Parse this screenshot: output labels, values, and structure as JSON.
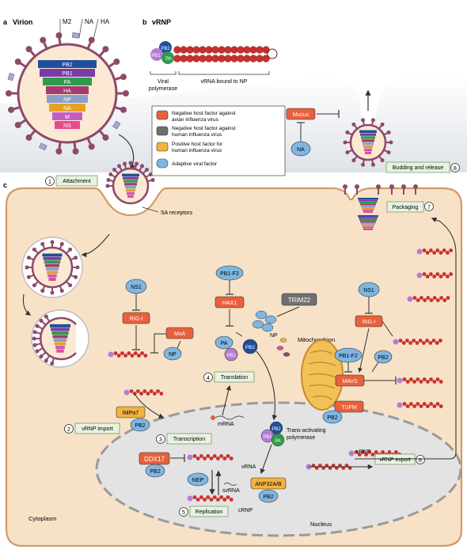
{
  "panel_labels": {
    "a": "a",
    "b": "b",
    "c": "c"
  },
  "panel_titles": {
    "virion": "Virion",
    "vrnp": "vRNP"
  },
  "virion": {
    "surface_proteins": [
      "M2",
      "NA",
      "HA"
    ],
    "segments": [
      {
        "label": "PB2",
        "color": "#1f4e9c"
      },
      {
        "label": "PB1",
        "color": "#7a3aa8"
      },
      {
        "label": "PA",
        "color": "#2e9b4a"
      },
      {
        "label": "HA",
        "color": "#a23b72"
      },
      {
        "label": "NP",
        "color": "#8aa0c8"
      },
      {
        "label": "NA",
        "color": "#e6a023"
      },
      {
        "label": "M",
        "color": "#c65cc0"
      },
      {
        "label": "NS",
        "color": "#e64b8c"
      }
    ]
  },
  "vrnp_panel": {
    "pol_subunits": [
      "PB2",
      "PB1",
      "PA"
    ],
    "caption_polymerase": [
      "Viral",
      "polymerase"
    ],
    "caption_rna": "vRNA bound to NP"
  },
  "legend": [
    {
      "color": "#e8603c",
      "lines": [
        "Negative host factor against",
        "avian influenza virus"
      ]
    },
    {
      "color": "#6f6f6f",
      "lines": [
        "Negative host factor against",
        "human influenza virus"
      ]
    },
    {
      "color": "#f2b33d",
      "lines": [
        "Positive host factor for",
        "human influenza virus"
      ]
    },
    {
      "color": "#7fb6e2",
      "lines": [
        "Adaptive viral factor"
      ]
    }
  ],
  "steps": {
    "s1": {
      "num": "1",
      "label": "Attachment"
    },
    "s2": {
      "num": "2",
      "label": "vRNP import"
    },
    "s3": {
      "num": "3",
      "label": "Transcription"
    },
    "s4": {
      "num": "4",
      "label": "Translation"
    },
    "s5": {
      "num": "5",
      "label": "Replication"
    },
    "s6": {
      "num": "6",
      "label": "vRNP export"
    },
    "s7": {
      "num": "7",
      "label": "Packaging"
    },
    "s8": {
      "num": "8",
      "label": "Budding and release"
    }
  },
  "factors": {
    "mucus": "Mucus",
    "na": "NA",
    "ns1_left": "NS1",
    "rigi_left": "RIG-I",
    "mxa": "MxA",
    "np_mxa": "NP",
    "pb1f2_top": "PB1-F2",
    "hax1": "HAX1",
    "trim22": "TRIM22",
    "np_trim": "NP",
    "pa": "PA",
    "pb1": "PB1",
    "pb2_cyto": "PB2",
    "ns1_right": "NS1",
    "rigi_right": "RIG-I",
    "pb1f2_mito": "PB1-F2",
    "pb2_mito": "PB2",
    "mavs": "MAVS",
    "tufm": "TUFM",
    "pb2_tufm": "PB2",
    "impa7": "IMPα7",
    "pb2_imp": "PB2",
    "ddx17": "DDX17",
    "pb2_ddx": "PB2",
    "nep": "NEP",
    "anp32": "ANP32A/B",
    "pb2_anp": "PB2",
    "pol_pb2": "PB2",
    "pol_pb1": "PB1",
    "pol_pa": "PA"
  },
  "labels": {
    "sa_receptors": "SA receptors",
    "mitochondrion": "Mitochondrion",
    "mrna": "mRNA",
    "vrna": "vRNA",
    "svrna": "svRNA",
    "crnp": "cRNP",
    "vrnp": "vRNP",
    "trans_pol_1": "Trans-activating",
    "trans_pol_2": "polymerase",
    "nucleus": "Nucleus",
    "cytoplasm": "Cytoplasm"
  },
  "colors": {
    "negative_avian": "#e8603c",
    "negative_human": "#6f6f6f",
    "positive_human": "#f2b33d",
    "adaptive": "#7fb6e2",
    "cell": "#f7e2c8",
    "cell_border": "#d39a63",
    "nucleus": "#e3e3e3",
    "np_bead": "#c9302c",
    "spike": "#8e4a6a"
  }
}
